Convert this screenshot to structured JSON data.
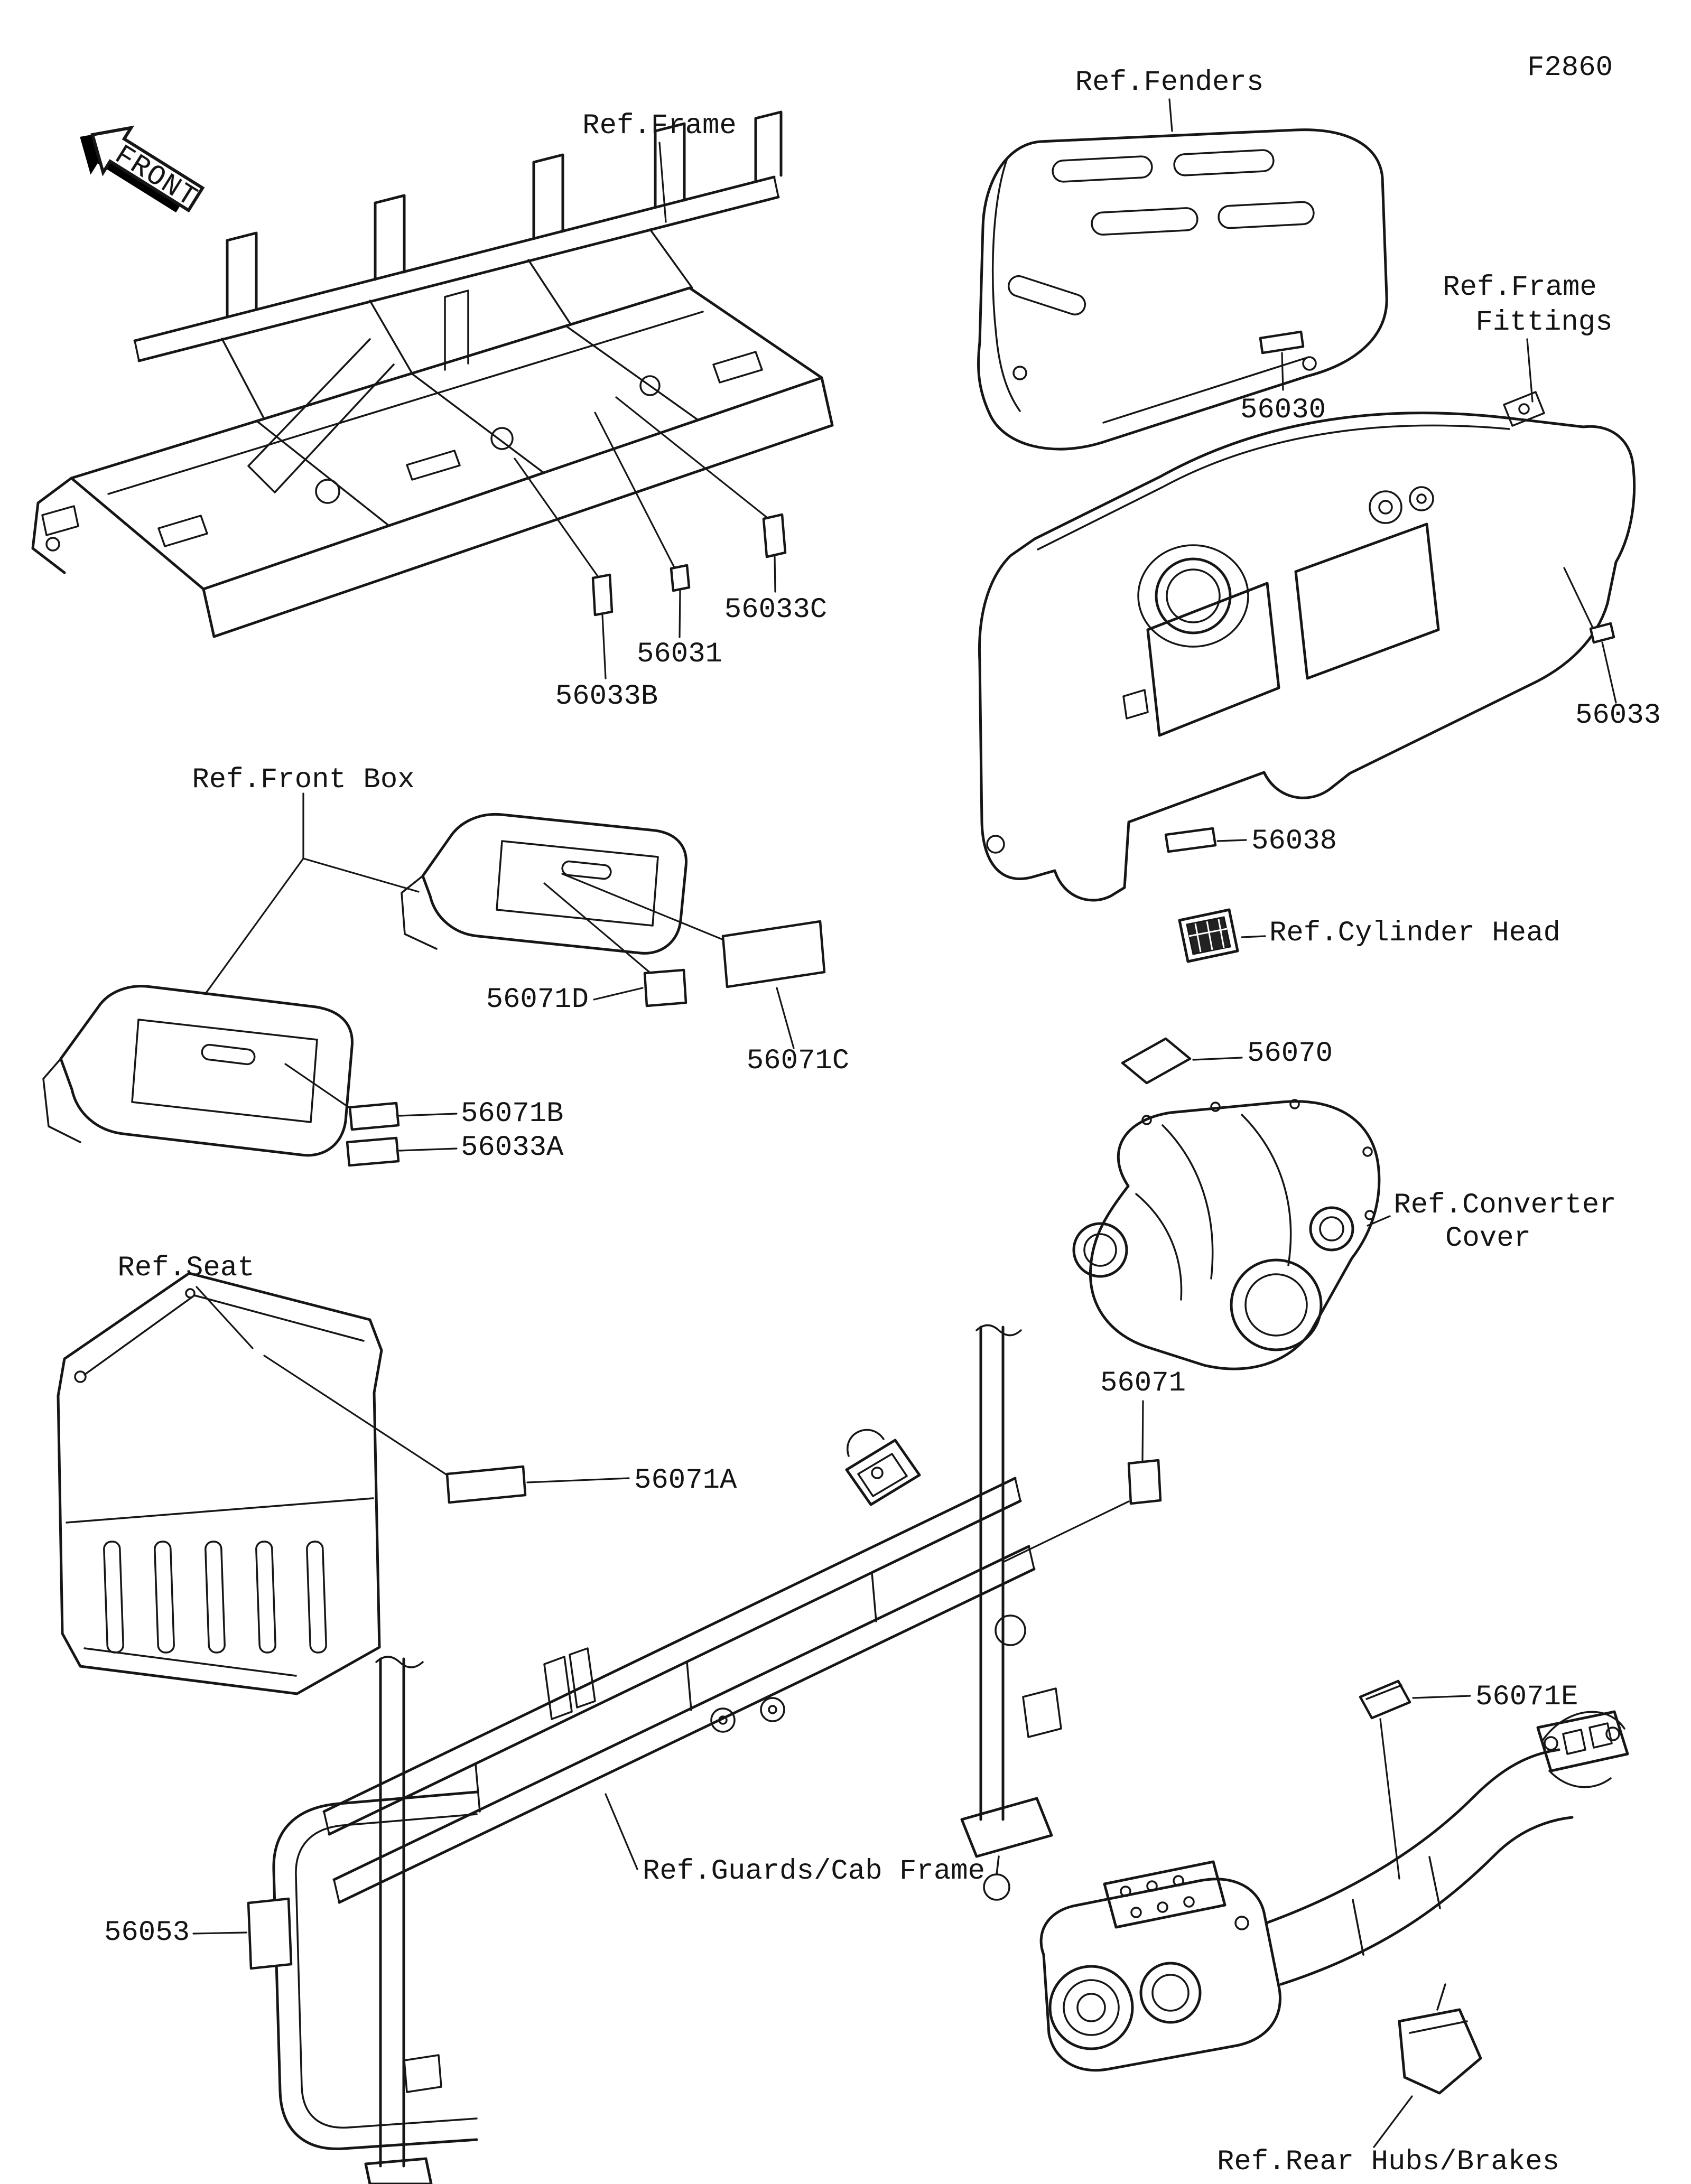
{
  "page": {
    "code": "F2860",
    "front_marker": "FRONT"
  },
  "references": {
    "frame": "Ref.Frame",
    "fenders": "Ref.Fenders",
    "frame_fittings_1": "Ref.Frame",
    "frame_fittings_2": "Fittings",
    "front_box": "Ref.Front Box",
    "cylinder_head": "Ref.Cylinder Head",
    "converter_1": "Ref.Converter",
    "converter_2": "Cover",
    "seat": "Ref.Seat",
    "guards_cab_frame": "Ref.Guards/Cab Frame",
    "rear_hubs_brakes": "Ref.Rear Hubs/Brakes"
  },
  "part_numbers": {
    "p56030": "56030",
    "p56031": "56031",
    "p56033": "56033",
    "p56033A": "56033A",
    "p56033B": "56033B",
    "p56033C": "56033C",
    "p56038": "56038",
    "p56053": "56053",
    "p56070": "56070",
    "p56071": "56071",
    "p56071A": "56071A",
    "p56071B": "56071B",
    "p56071C": "56071C",
    "p56071D": "56071D",
    "p56071E": "56071E"
  }
}
